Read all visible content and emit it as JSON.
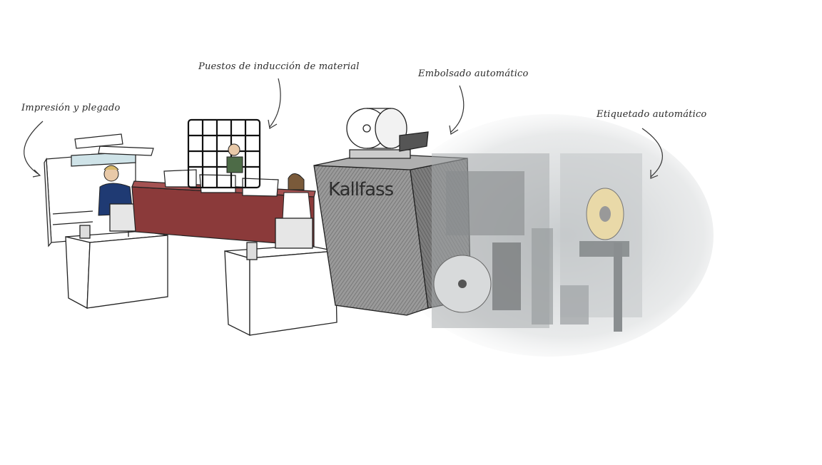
{
  "labels": {
    "printing": "Impresión y plegado",
    "induction": "Puestos de inducción de material",
    "bagging": "Embolsado automático",
    "labeling": "Etiquetado automático"
  },
  "machine": {
    "brand": "Kallfass"
  },
  "colors": {
    "conveyor": "#8b3a3a",
    "machine_gray": "#8a8a8a",
    "sketch_line": "#222222",
    "shirt_blue": "#1f3a73"
  }
}
